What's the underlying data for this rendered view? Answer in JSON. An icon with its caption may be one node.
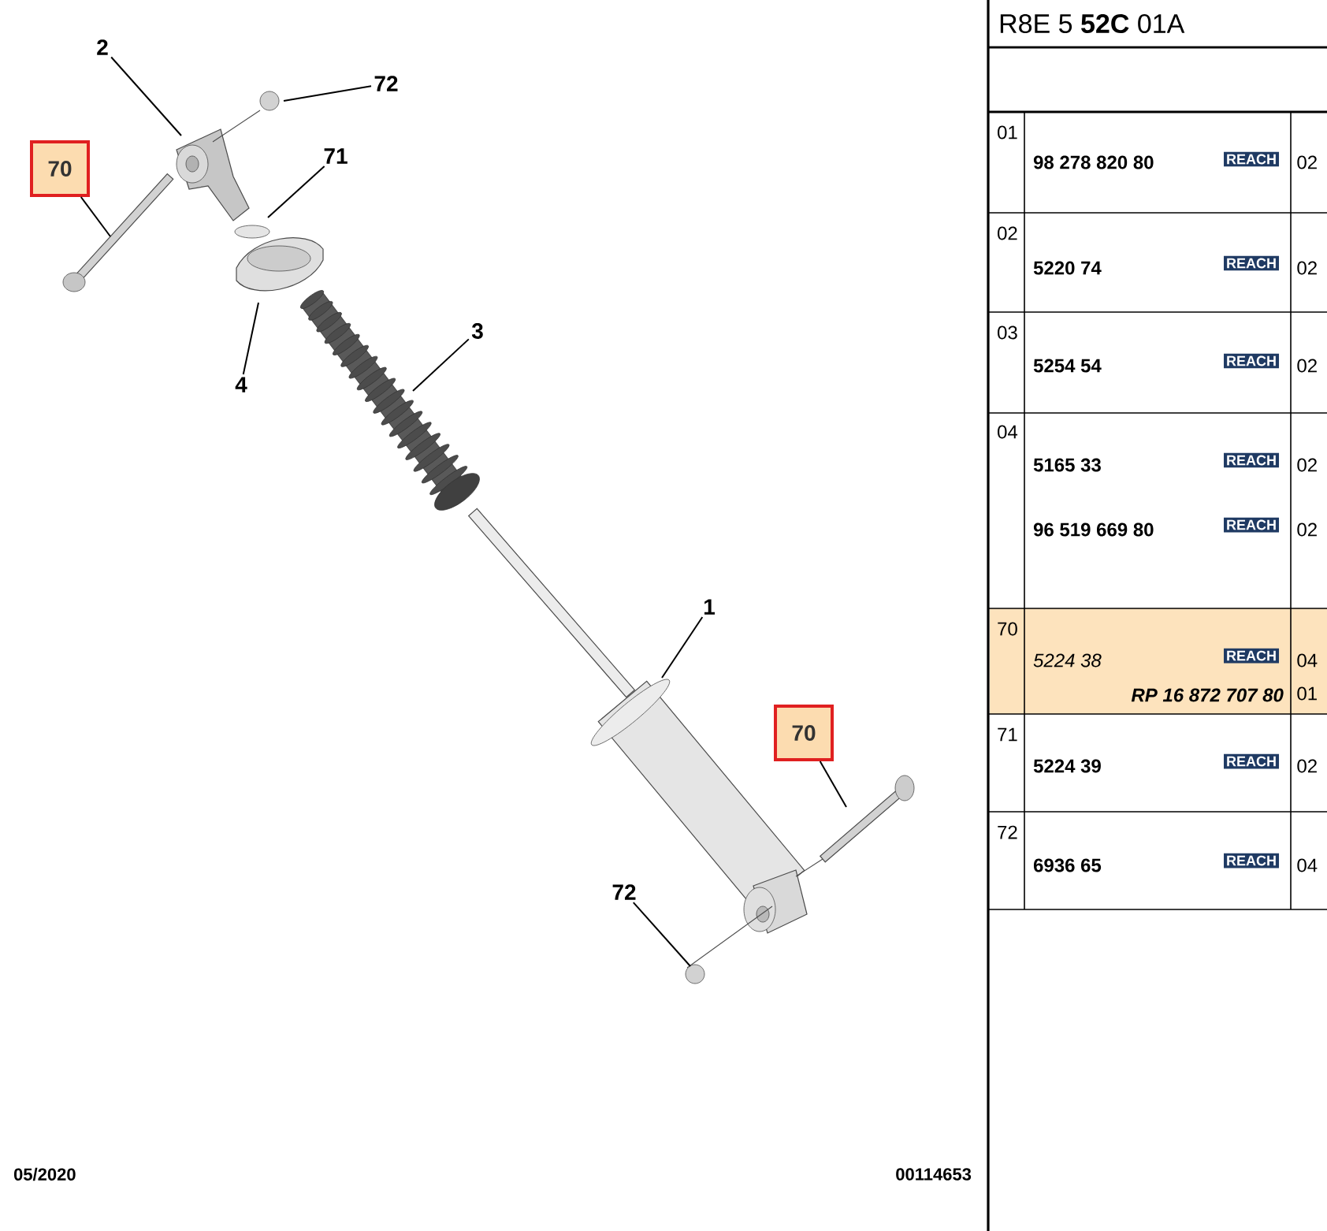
{
  "diagram": {
    "nodes": [
      {
        "text": [
          "2"
        ]
      },
      {
        "text": [
          "72"
        ]
      },
      {
        "text": [
          "70"
        ]
      },
      {
        "text": [
          "71"
        ]
      },
      {
        "text": [
          "4"
        ]
      },
      {
        "text": [
          "3"
        ]
      },
      {
        "text": [
          "1"
        ]
      },
      {
        "text": [
          "70"
        ]
      },
      {
        "text": [
          "72"
        ]
      }
    ],
    "edges": [
      {
        "from": 0,
        "to": null,
        "arrow": "none"
      },
      {
        "from": 1,
        "to": null,
        "arrow": "none"
      },
      {
        "from": 2,
        "to": null,
        "arrow": "none"
      },
      {
        "from": 3,
        "to": null,
        "arrow": "none"
      },
      {
        "from": 4,
        "to": null,
        "arrow": "none"
      },
      {
        "from": 5,
        "to": null,
        "arrow": "none"
      },
      {
        "from": 6,
        "to": null,
        "arrow": "none"
      },
      {
        "from": 7,
        "to": null,
        "arrow": "none"
      },
      {
        "from": 8,
        "to": null,
        "arrow": "none"
      }
    ],
    "labels": [
      "R8E 5 **52C** 01A",
      "01",
      "98 278 820 80",
      "REACH",
      "02",
      "02",
      "5220 74",
      "REACH",
      "02",
      "03",
      "5254 54",
      "REACH",
      "02",
      "04",
      "5165 33",
      "REACH",
      "02",
      "96 519 669 80",
      "REACH",
      "02",
      "70",
      "5224 38",
      "REACH",
      "04",
      "RP 16 872 707 80",
      "01",
      "71",
      "5224 39",
      "REACH",
      "02",
      "72",
      "6936 65",
      "REACH",
      "04",
      "05/2020",
      "00114653"
    ]
  }
}
